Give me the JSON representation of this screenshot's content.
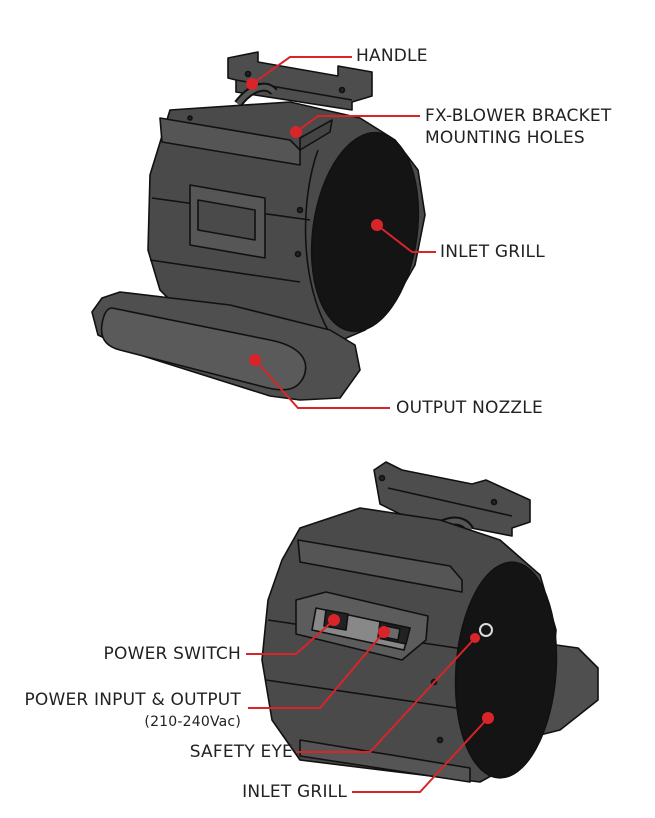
{
  "colors": {
    "body": "#4a4a4a",
    "body_light": "#5a5a5a",
    "body_dark": "#333333",
    "grill": "#141414",
    "leader": "#d9242a",
    "outline": "#111111",
    "text": "#222222"
  },
  "top_view": {
    "labels": {
      "handle": "HANDLE",
      "bracket_line1": "FX-BLOWER BRACKET",
      "bracket_line2": "MOUNTING HOLES",
      "inlet_grill": "INLET GRILL",
      "output_nozzle": "OUTPUT NOZZLE"
    }
  },
  "bottom_view": {
    "labels": {
      "power_switch": "POWER SWITCH",
      "power_io": "POWER INPUT & OUTPUT",
      "voltage": "(210-240Vac)",
      "safety_eye": "SAFETY EYE",
      "inlet_grill": "INLET GRILL"
    }
  }
}
